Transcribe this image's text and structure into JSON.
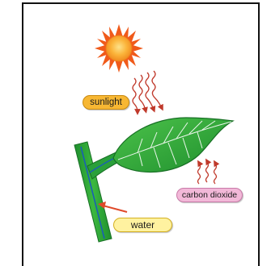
{
  "diagram": {
    "labels": {
      "sunlight": "sunlight",
      "carbon_dioxide": "carbon dioxide",
      "water": "water"
    },
    "icons": {
      "sun": "sun-icon",
      "sun_rays": "wavy-arrows-icon",
      "co2_waves": "wavy-arrows-icon",
      "water_arrow": "arrow-icon"
    },
    "colors": {
      "sun_orange": "#f05a1a",
      "sun_core": "#fbb43a",
      "ray_red": "#c0392b",
      "leaf_green": "#2ea836",
      "leaf_vein": "#ffffff",
      "stem_green": "#2aa03a",
      "stem_blue_line": "#1a5fb4",
      "sunlight_pill": "#f7b733",
      "carbon_pill": "#f2b8d8",
      "water_pill": "#fff2a0",
      "water_arrow": "#e04a2a"
    }
  }
}
